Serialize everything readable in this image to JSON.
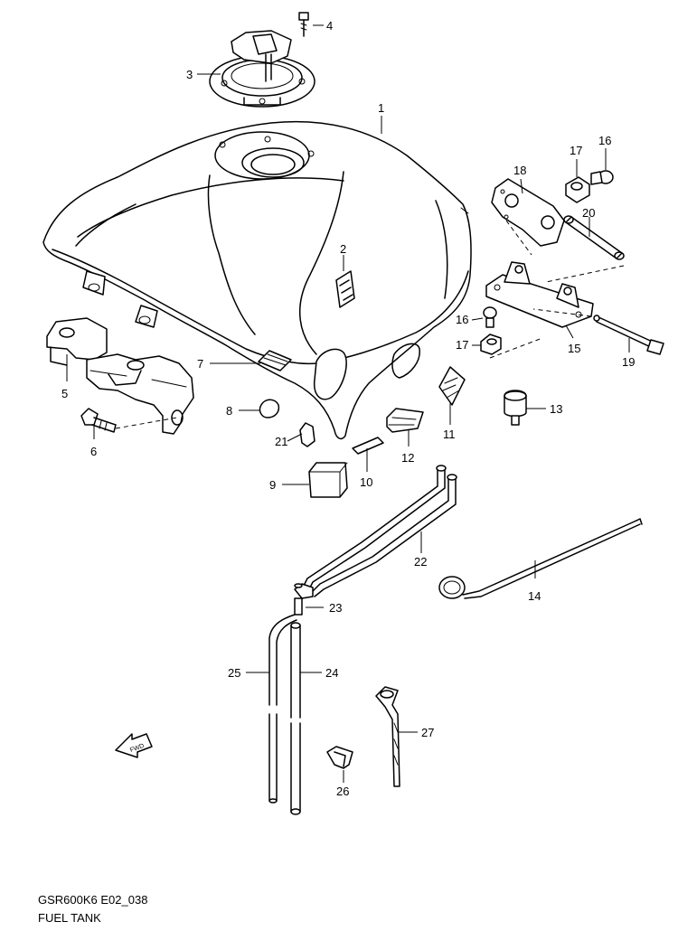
{
  "diagram": {
    "code": "GSR600K6 E02_038",
    "title": "FUEL TANK",
    "fwd_label": "FWD",
    "callouts": [
      {
        "id": "c1",
        "label": "1"
      },
      {
        "id": "c2",
        "label": "2"
      },
      {
        "id": "c3",
        "label": "3"
      },
      {
        "id": "c4",
        "label": "4"
      },
      {
        "id": "c5",
        "label": "5"
      },
      {
        "id": "c6",
        "label": "6"
      },
      {
        "id": "c7",
        "label": "7"
      },
      {
        "id": "c8",
        "label": "8"
      },
      {
        "id": "c9",
        "label": "9"
      },
      {
        "id": "c10",
        "label": "10"
      },
      {
        "id": "c11",
        "label": "11"
      },
      {
        "id": "c12",
        "label": "12"
      },
      {
        "id": "c13",
        "label": "13"
      },
      {
        "id": "c14",
        "label": "14"
      },
      {
        "id": "c15",
        "label": "15"
      },
      {
        "id": "c16a",
        "label": "16"
      },
      {
        "id": "c16b",
        "label": "16"
      },
      {
        "id": "c17a",
        "label": "17"
      },
      {
        "id": "c17b",
        "label": "17"
      },
      {
        "id": "c18",
        "label": "18"
      },
      {
        "id": "c19",
        "label": "19"
      },
      {
        "id": "c20",
        "label": "20"
      },
      {
        "id": "c21",
        "label": "21"
      },
      {
        "id": "c22",
        "label": "22"
      },
      {
        "id": "c23",
        "label": "23"
      },
      {
        "id": "c24",
        "label": "24"
      },
      {
        "id": "c25",
        "label": "25"
      },
      {
        "id": "c26",
        "label": "26"
      },
      {
        "id": "c27",
        "label": "27"
      }
    ]
  }
}
